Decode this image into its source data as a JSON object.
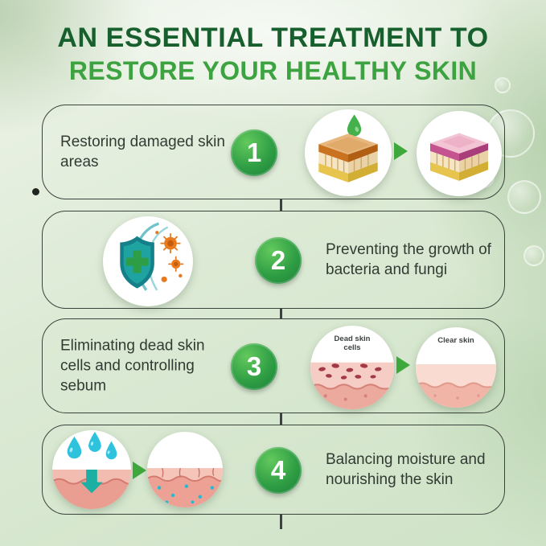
{
  "title": {
    "line1": "AN ESSENTIAL TREATMENT TO",
    "line2": "RESTORE YOUR HEALTHY SKIN"
  },
  "steps": [
    {
      "number": "1",
      "text": "Restoring damaged skin areas",
      "icons": [
        "damaged-skin-layers",
        "arrow-right",
        "restored-skin-layers"
      ]
    },
    {
      "number": "2",
      "text": "Preventing the growth of bacteria and fungi",
      "icons": [
        "antibacterial-shield"
      ]
    },
    {
      "number": "3",
      "text": "Eliminating dead skin cells and controlling sebum",
      "icons": [
        "dead-skin-cells",
        "arrow-right",
        "clear-skin"
      ],
      "before_label": "Dead skin cells",
      "after_label": "Clear skin"
    },
    {
      "number": "4",
      "text": "Balancing moisture and nourishing the skin",
      "icons": [
        "moisture-drops",
        "arrow-right",
        "nourished-skin"
      ]
    }
  ],
  "colors": {
    "title_primary": "#17602e",
    "title_secondary": "#3da341",
    "step_number_green": "#2f9e44",
    "panel_border": "#3a433c",
    "arrow_green": "#3fa83d",
    "background": "#dcead5"
  }
}
